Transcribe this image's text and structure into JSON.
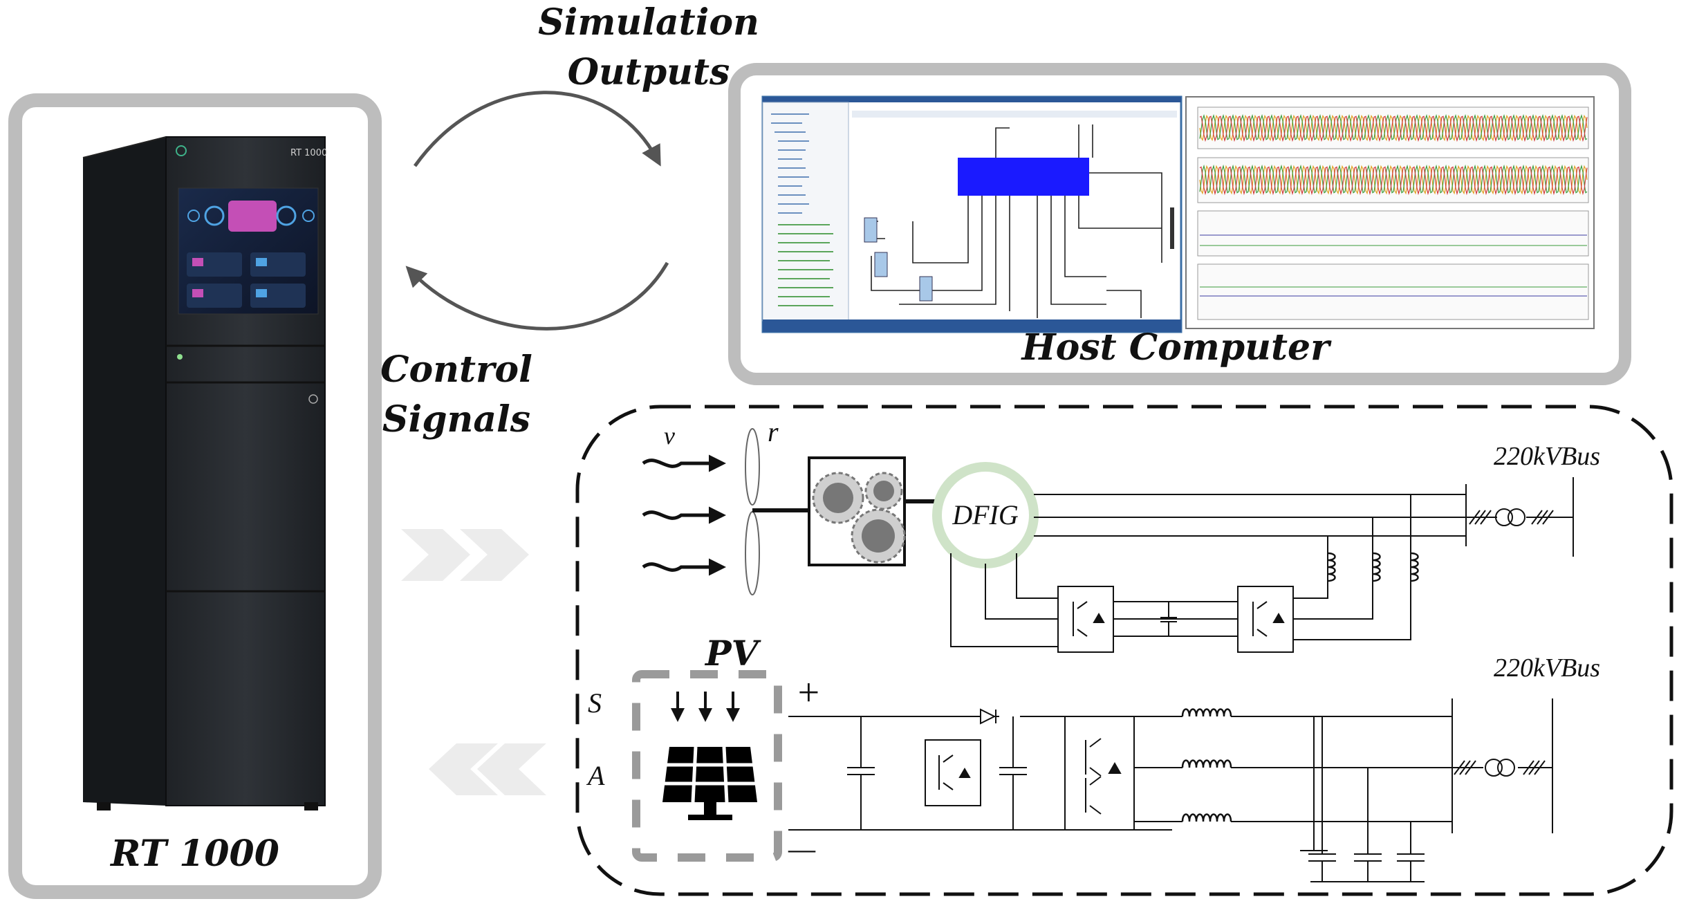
{
  "labels": {
    "simulation_outputs_line1": "Simulation",
    "simulation_outputs_line2": "Outputs",
    "control_signals_line1": "Control",
    "control_signals_line2": "Signals",
    "host_computer": "Host Computer",
    "rt1000_caption": "RT 1000",
    "rack_brand": "RT 1000",
    "wind_v": "v",
    "wind_r": "r",
    "dfig": "DFIG",
    "bus_top": "220kVBus",
    "bus_bottom": "220kVBus",
    "pv": "PV",
    "pv_s": "S",
    "pv_a": "A",
    "dc_plus": "+",
    "dc_minus": "—"
  },
  "colors": {
    "frame_gray": "#b9b9b9",
    "line": "#1a1a1a",
    "screen_blue": "#1a1aff",
    "rack_dark": "#2b2e33",
    "dfig_ring": "#cfe3c8",
    "chevron": "#eeeeee",
    "arrow_gray": "#555555"
  },
  "icons": {
    "gear": "gear-icon",
    "solar_panel": "solar-panel-icon",
    "sun_rays": "sunlight-arrows-icon",
    "transformer": "transformer-icon",
    "igbt": "igbt-switch-icon",
    "inductor": "inductor-icon",
    "capacitor": "capacitor-icon",
    "diode": "diode-icon"
  }
}
